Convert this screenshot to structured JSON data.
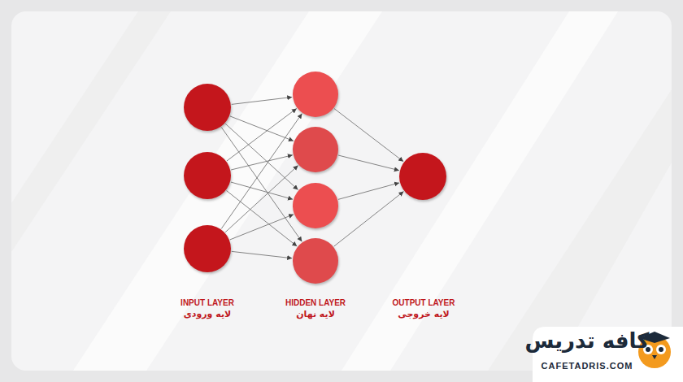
{
  "diagram": {
    "nodes": [
      {
        "text": []
      },
      {
        "text": []
      },
      {
        "text": []
      },
      {
        "text": []
      },
      {
        "text": []
      },
      {
        "text": []
      },
      {
        "text": []
      },
      {
        "text": []
      }
    ],
    "edges": [
      {
        "from": 0,
        "to": 3,
        "arrow": "to"
      },
      {
        "from": 0,
        "to": 4,
        "arrow": "to"
      },
      {
        "from": 0,
        "to": 5,
        "arrow": "to"
      },
      {
        "from": 0,
        "to": 6,
        "arrow": "to"
      },
      {
        "from": 1,
        "to": 3,
        "arrow": "to"
      },
      {
        "from": 1,
        "to": 4,
        "arrow": "to"
      },
      {
        "from": 1,
        "to": 5,
        "arrow": "to"
      },
      {
        "from": 1,
        "to": 6,
        "arrow": "to"
      },
      {
        "from": 2,
        "to": 3,
        "arrow": "to"
      },
      {
        "from": 2,
        "to": 4,
        "arrow": "to"
      },
      {
        "from": 2,
        "to": 5,
        "arrow": "to"
      },
      {
        "from": 2,
        "to": 6,
        "arrow": "to"
      },
      {
        "from": 3,
        "to": 7,
        "arrow": "to"
      },
      {
        "from": 4,
        "to": 7,
        "arrow": "to"
      },
      {
        "from": 5,
        "to": 7,
        "arrow": "to"
      },
      {
        "from": 6,
        "to": 7,
        "arrow": "to"
      }
    ],
    "labels": [
      "INPUT LAYER",
      "لایه ورودی",
      "HIDDEN LAYER",
      "لایه نهان",
      "OUTPUT LAYER",
      "لایه خروجی",
      "کافه تدریس",
      "CAFETADRIS.COM"
    ]
  }
}
